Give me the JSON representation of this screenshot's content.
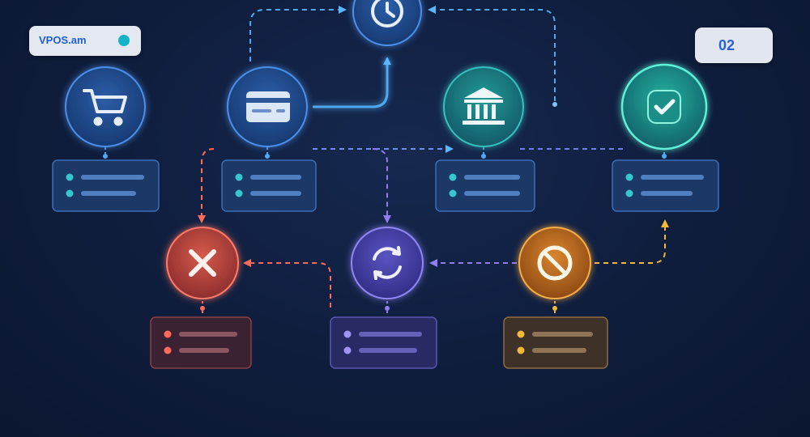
{
  "brand": {
    "label": "VPOS.am",
    "dot_color": "#14b3c9"
  },
  "page_number": "02",
  "nodes": [
    {
      "id": "cart",
      "icon": "cart-icon",
      "color": "#2f6fd8"
    },
    {
      "id": "card",
      "icon": "credit-card-icon",
      "color": "#2f6fd8"
    },
    {
      "id": "pending",
      "icon": "clock-icon",
      "color": "#2f6fd8"
    },
    {
      "id": "bank",
      "icon": "bank-icon",
      "color": "#1f9b9b"
    },
    {
      "id": "success",
      "icon": "checkmark-icon",
      "color": "#23b3a6"
    },
    {
      "id": "failed",
      "icon": "close-icon",
      "color": "#d9554b"
    },
    {
      "id": "retry",
      "icon": "refresh-icon",
      "color": "#6a5cd6"
    },
    {
      "id": "blocked",
      "icon": "blocked-icon",
      "color": "#e08a2a"
    }
  ],
  "colors": {
    "flow": "#4fa9f0",
    "red": "#ff6b5b",
    "purple": "#8f7ef0",
    "orange": "#f1b83a"
  }
}
